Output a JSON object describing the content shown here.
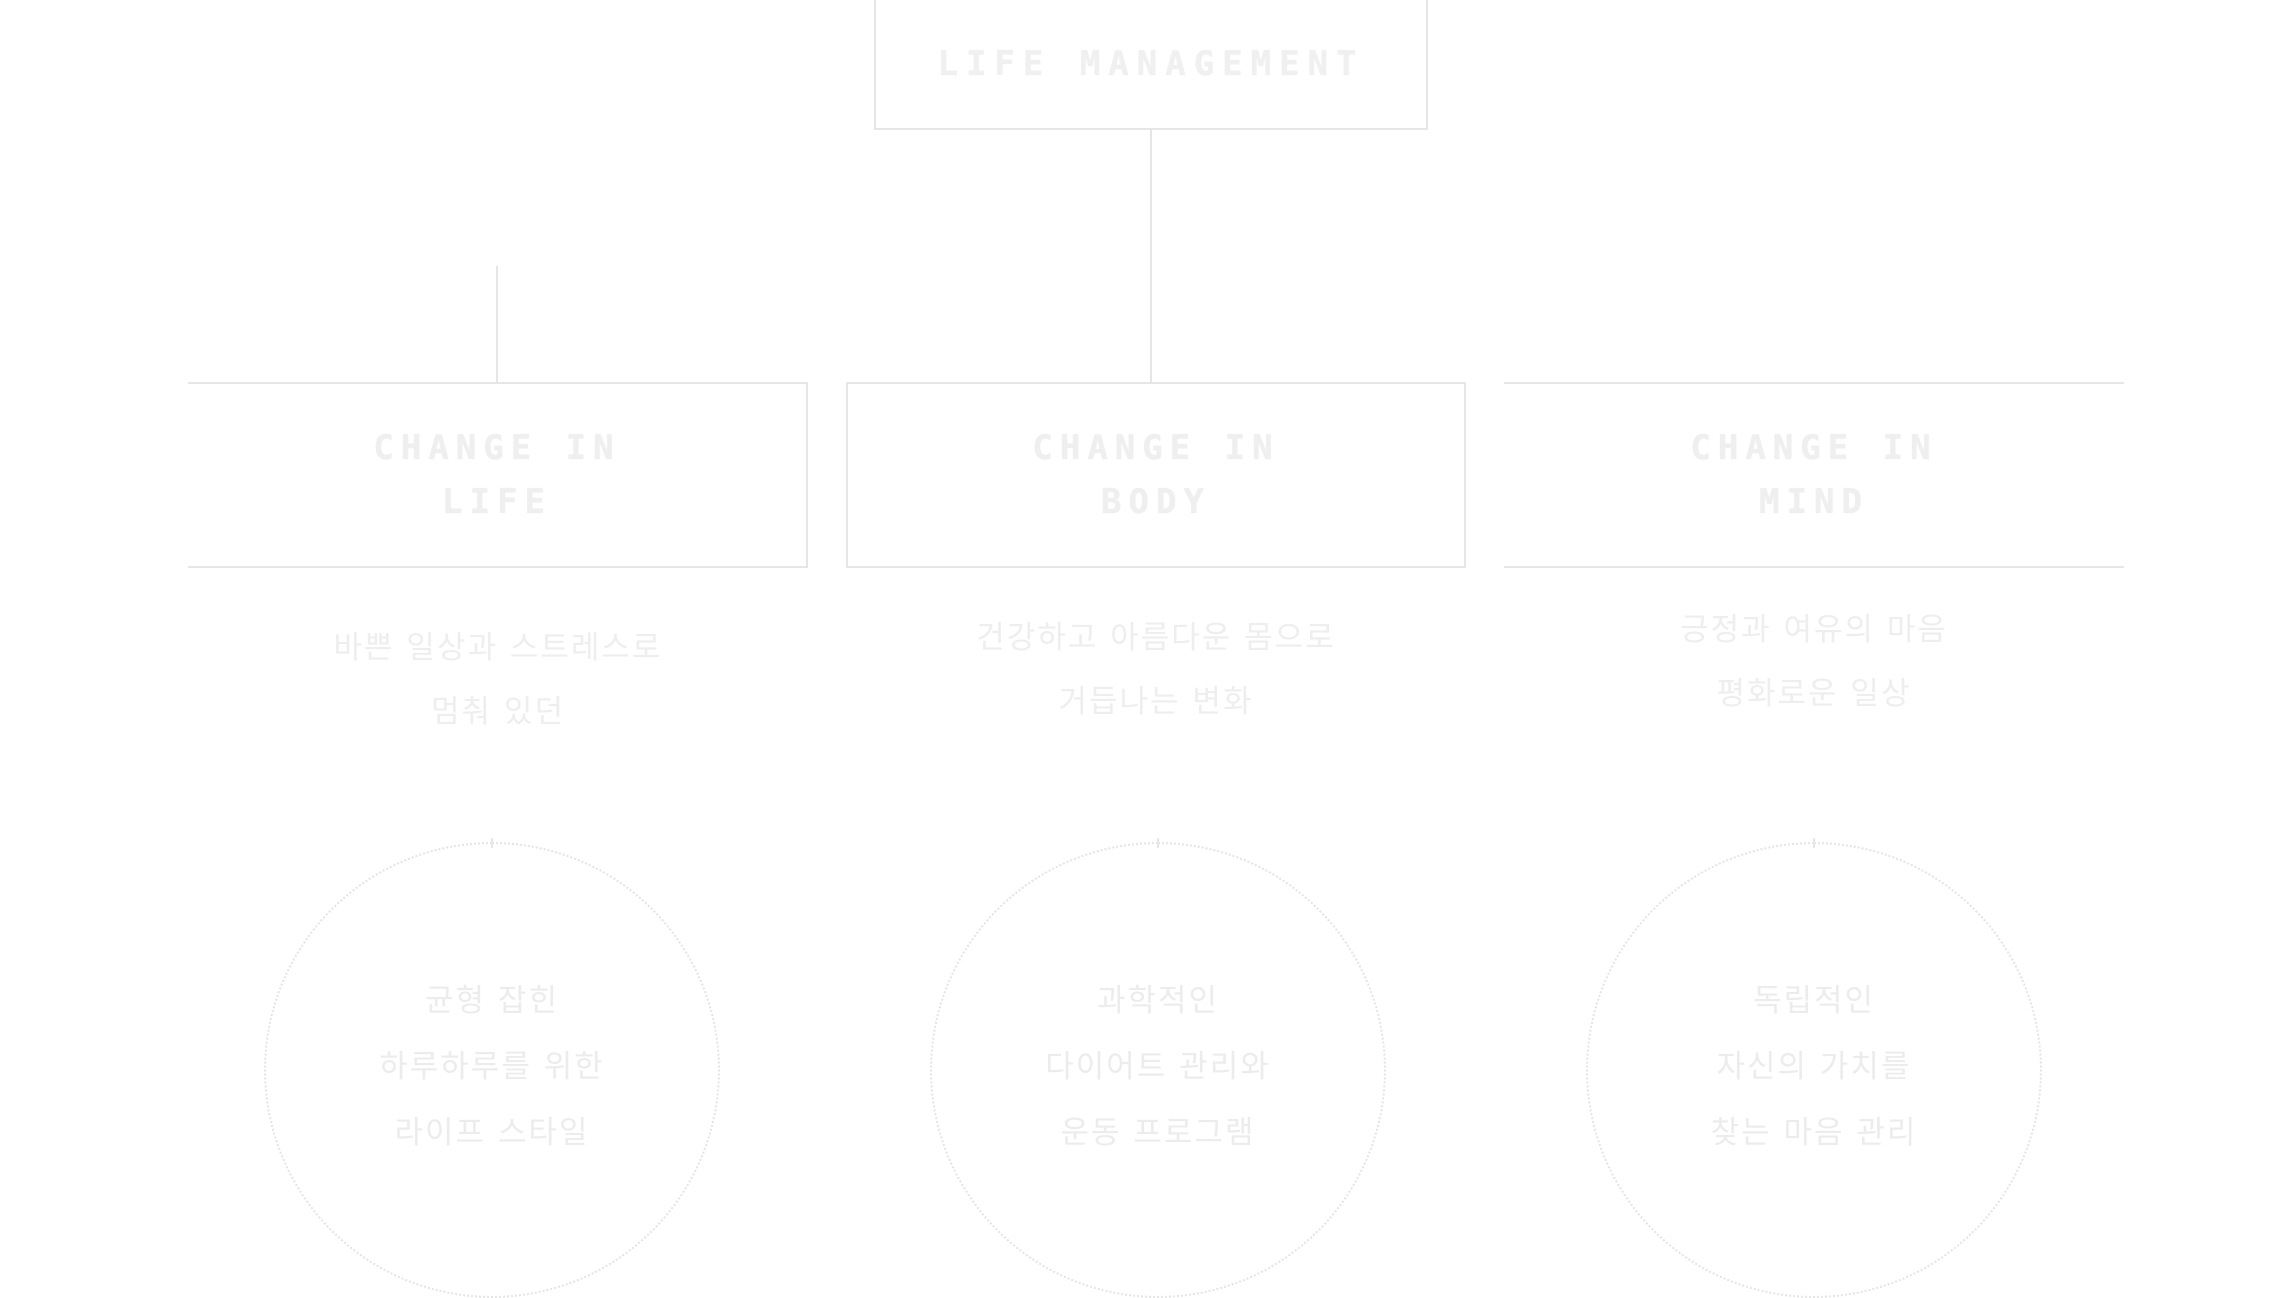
{
  "diagram": {
    "root": {
      "title": "LIFE MANAGEMENT"
    },
    "branches": [
      {
        "label": "CHANGE IN\nLIFE",
        "description": "바쁜 일상과 스트레스로\n멈춰 있던",
        "circle_text": "균형 잡힌\n하루하루를 위한\n라이프 스타일"
      },
      {
        "label": "CHANGE IN\nBODY",
        "description": "건강하고 아름다운 몸으로\n거듭나는 변화",
        "circle_text": "과학적인\n다이어트 관리와\n운동 프로그램"
      },
      {
        "label": "CHANGE IN\nMIND",
        "description": "긍정과 여유의 마음\n평화로운 일상",
        "circle_text": "독립적인\n자신의 가치를\n찾는 마음 관리"
      }
    ]
  }
}
